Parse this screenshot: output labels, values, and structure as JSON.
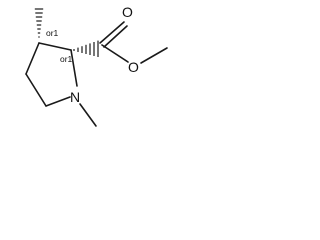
{
  "structure": {
    "atoms": {
      "ring_nitrogen": "N",
      "carbonyl_oxygen": "O",
      "ester_oxygen": "O"
    },
    "stereo_descriptors": {
      "c3": "or1",
      "c2": "or1"
    }
  }
}
